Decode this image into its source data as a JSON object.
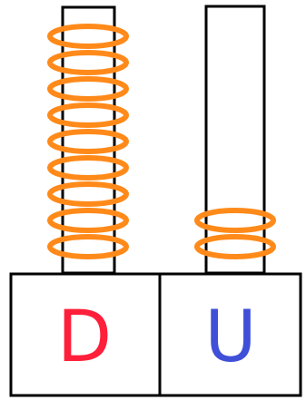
{
  "abacus": {
    "rods": [
      {
        "label": "D",
        "bead_count": 9,
        "label_color": "#ff1f3a"
      },
      {
        "label": "U",
        "bead_count": 2,
        "label_color": "#3f4fd8"
      }
    ],
    "colors": {
      "bead": "#ff8a1a",
      "rod_fill": "#ffffff",
      "outline": "#000000",
      "background": "#ffffff"
    }
  }
}
